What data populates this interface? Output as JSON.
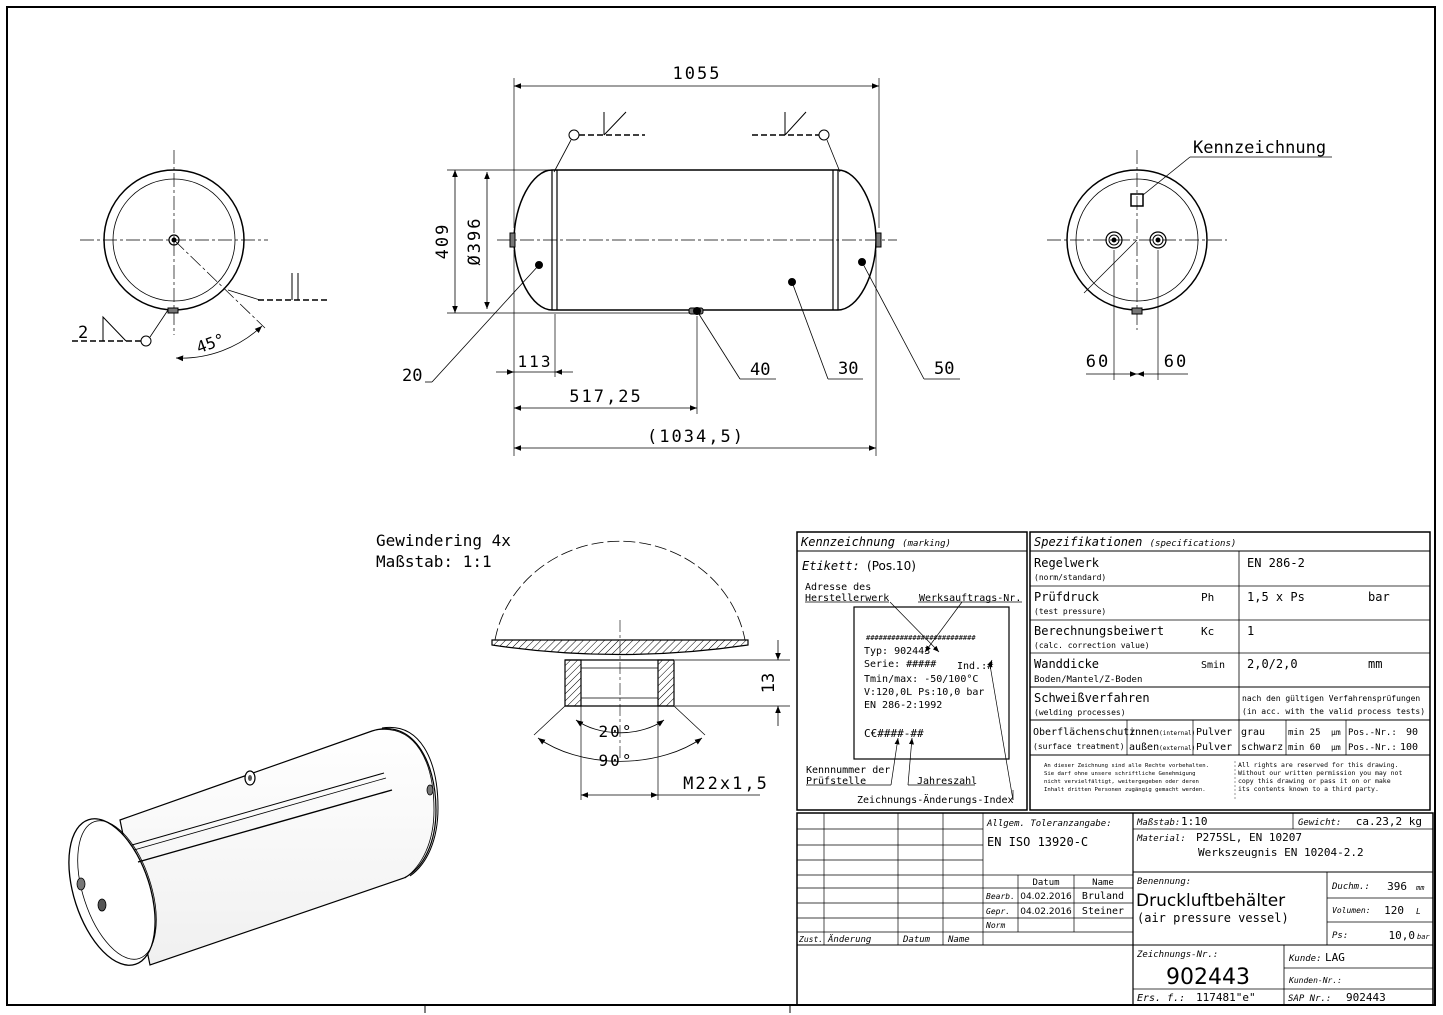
{
  "dimensions": {
    "length": "1055",
    "height": "409",
    "diameter": "Ø396",
    "dist_113": "113",
    "dist_517": "517,25",
    "dist_total": "(1034,5)",
    "offset_left": "60",
    "offset_right": "60",
    "angle_45": "45°",
    "weld_2": "2"
  },
  "labels": {
    "kennzeichnung_callout": "Kennzeichnung",
    "pos_20": "20",
    "pos_30": "30",
    "pos_40": "40",
    "pos_50": "50"
  },
  "thread_detail": {
    "title": "Gewindering 4x",
    "scale": "Maßstab:  1:1",
    "height": "13",
    "angle_20": "20°",
    "angle_90": "90°",
    "thread": "M22x1,5"
  },
  "marking": {
    "header": "Kennzeichnung",
    "header_en": "(marking)",
    "etikett": "Etikett:",
    "etikett_pos": "(Pos.10)",
    "adresse_1": "Adresse des",
    "adresse_2": "Herstellerwerk",
    "werksauftrag": "Werksauftrags-Nr.",
    "hash_line": "##########################",
    "typ": "Typ:  902443",
    "serie": "Serie: #####",
    "ind": "Ind.:#",
    "tmin": "Tmin/max: -50/100°C",
    "volume": "V:120,0L  Ps:10,0 bar",
    "norm": "EN 286-2:1992",
    "ce": "C€####-##",
    "kenn_1": "Kennnummer der",
    "kenn_2": "Prüfstelle",
    "jahreszahl": "Jahreszahl",
    "index": "Zeichnungs-Änderungs-Index"
  },
  "specs": {
    "header": "Spezifikationen",
    "header_en": "(specifications)",
    "rows": [
      {
        "label": "Regelwerk",
        "label_en": "(norm/standard)",
        "sym": "",
        "value": "EN 286-2",
        "unit": ""
      },
      {
        "label": "Prüfdruck",
        "label_en": "(test pressure)",
        "sym": "Ph",
        "value": "1,5 x Ps",
        "unit": "bar"
      },
      {
        "label": "Berechnungsbeiwert",
        "label_en": "(calc. correction value)",
        "sym": "Kc",
        "value": "1",
        "unit": ""
      },
      {
        "label": "Wanddicke",
        "label_en": "Boden/Mantel/Z-Boden",
        "sym": "Smin",
        "value": "2,0/2,0",
        "unit": "mm"
      }
    ],
    "weld_label": "Schweißverfahren",
    "weld_en": "(welding processes)",
    "weld_value_1": "nach den gültigen Verfahrensprüfungen",
    "weld_value_2": "(in acc. with the valid process tests)",
    "surface_label": "Oberflächenschutz",
    "surface_en": "(surface treatment)",
    "inner": "innen",
    "inner_en": "(internal)",
    "outer": "außen",
    "outer_en": "(external)",
    "pulver": "Pulver",
    "grau": "grau",
    "schwarz": "schwarz",
    "min25": "min 25",
    "min60": "min 60",
    "um": "µm",
    "pos_nr": "Pos.-Nr.:",
    "pos_90": "90",
    "pos_100": "100",
    "rights_de": [
      "An dieser Zeichnung sind alle Rechte vorbehalten.",
      "Sie darf ohne unsere schriftliche Genehmigung",
      "nicht vervielfältigt, weitergegeben oder deren",
      "Inhalt dritten Personen zugängig gemacht werden."
    ],
    "rights_en": [
      "All rights are reserved for this drawing.",
      "Without our written permission you may not",
      "copy this drawing or pass it on or make",
      "its contents known to a third party."
    ]
  },
  "titleblock": {
    "tol_label": "Allgem. Toleranzangabe:",
    "tol_value": "EN ISO 13920-C",
    "scale_label": "Maßstab:",
    "scale_value": "1:10",
    "weight_label": "Gewicht:",
    "weight_value": "ca.23,2 kg",
    "material_label": "Material:",
    "material_value": "P275SL, EN 10207",
    "material_cert": "Werkszeugnis EN 10204-2.2",
    "datum_h": "Datum",
    "name_h": "Name",
    "bearb": "Bearb.",
    "gepr": "Gepr.",
    "norm_r": "Norm",
    "bearb_date": "04.02.2016",
    "bearb_name": "Bruland",
    "gepr_date": "04.02.2016",
    "gepr_name": "Steiner",
    "zust": "Zust.",
    "aenderung": "Änderung",
    "datum": "Datum",
    "name": "Name",
    "benennung_label": "Benennung:",
    "benennung": "Druckluftbehälter",
    "benennung_en": "(air pressure vessel)",
    "durchm_label": "Duchm.:",
    "durchm_value": "396",
    "durchm_unit": "mm",
    "vol_label": "Volumen:",
    "vol_value": "120",
    "vol_unit": "L",
    "ps_label": "Ps:",
    "ps_value": "10,0",
    "ps_unit": "bar",
    "zeichnr_label": "Zeichnungs-Nr.:",
    "zeichnr": "902443",
    "kunde_label": "Kunde:",
    "kunde": "LAG",
    "kundennr_label": "Kunden-Nr.:",
    "ers_label": "Ers. f.:",
    "ers_value": "117481\"e\"",
    "sap_label": "SAP Nr.:",
    "sap_value": "902443"
  }
}
